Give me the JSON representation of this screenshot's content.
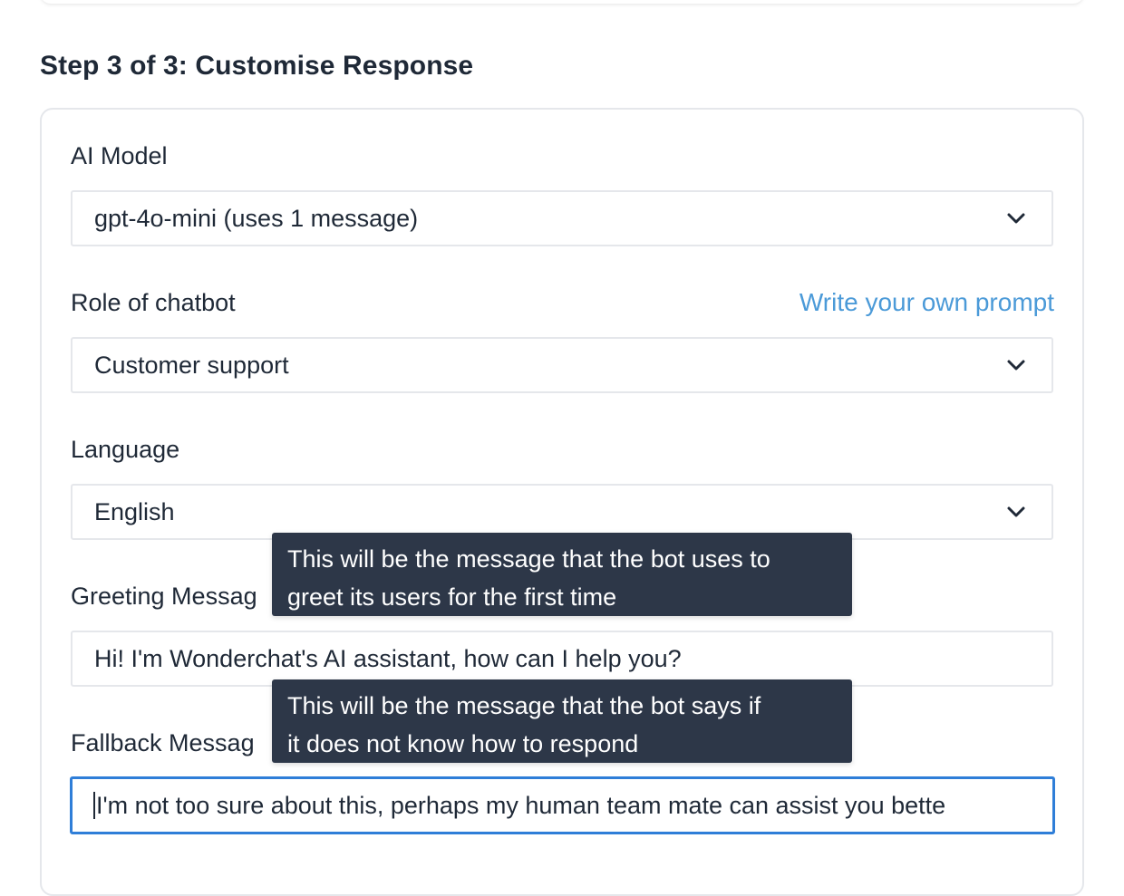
{
  "step_title": "Step 3 of 3: Customise Response",
  "ai_model": {
    "label": "AI Model",
    "value": "gpt-4o-mini (uses 1 message)"
  },
  "role": {
    "label": "Role of chatbot",
    "link": "Write your own prompt",
    "value": "Customer support"
  },
  "language": {
    "label": "Language",
    "value": "English"
  },
  "greeting": {
    "label": "Greeting Messag",
    "value": "Hi! I'm Wonderchat's AI assistant, how can I help you?",
    "tooltip_line1": "This will be the message that the bot uses to",
    "tooltip_line2": "greet its users for the first time"
  },
  "fallback": {
    "label": "Fallback Messag",
    "value": "I'm not too sure about this, perhaps my human team mate can assist you bette",
    "tooltip_line1": "This will be the message that the bot says if",
    "tooltip_line2": "it does not know how to respond"
  },
  "colors": {
    "link": "#4b9ad8",
    "tooltip_bg": "#2d3748",
    "focus_border": "#2f7ed8"
  },
  "icons": {
    "dropdown": "chevron-down-icon"
  }
}
